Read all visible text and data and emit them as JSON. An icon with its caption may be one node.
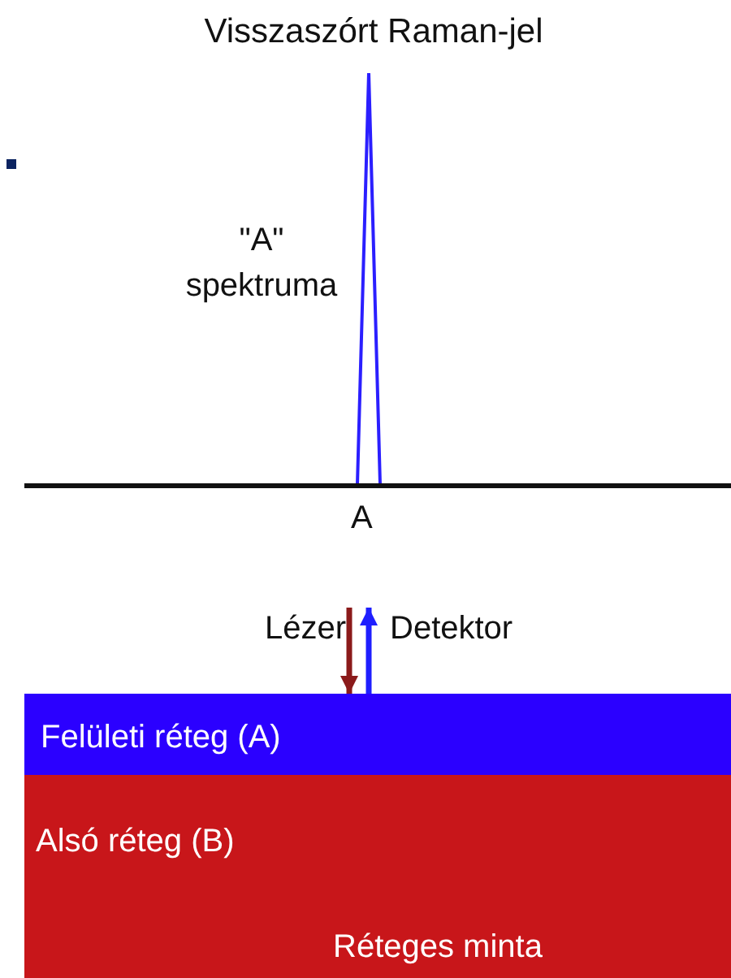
{
  "diagram": {
    "title": "Visszaszórt Raman-jel",
    "nodes": [
      {
        "text": [
          "Lézer"
        ]
      },
      {
        "text": [
          "Detektor"
        ]
      },
      {
        "text": [
          "Felületi réteg (A)"
        ]
      },
      {
        "text": [
          "Alsó réteg (B)",
          "Réteges minta"
        ]
      }
    ],
    "edges": [
      {
        "from": 0,
        "to": 2,
        "arrow": "to",
        "color": "#8b1a1a"
      },
      {
        "from": 2,
        "to": 1,
        "arrow": "to",
        "color": "#1f1fff"
      }
    ],
    "labels": [
      "\"A\" spektruma",
      "A"
    ]
  }
}
